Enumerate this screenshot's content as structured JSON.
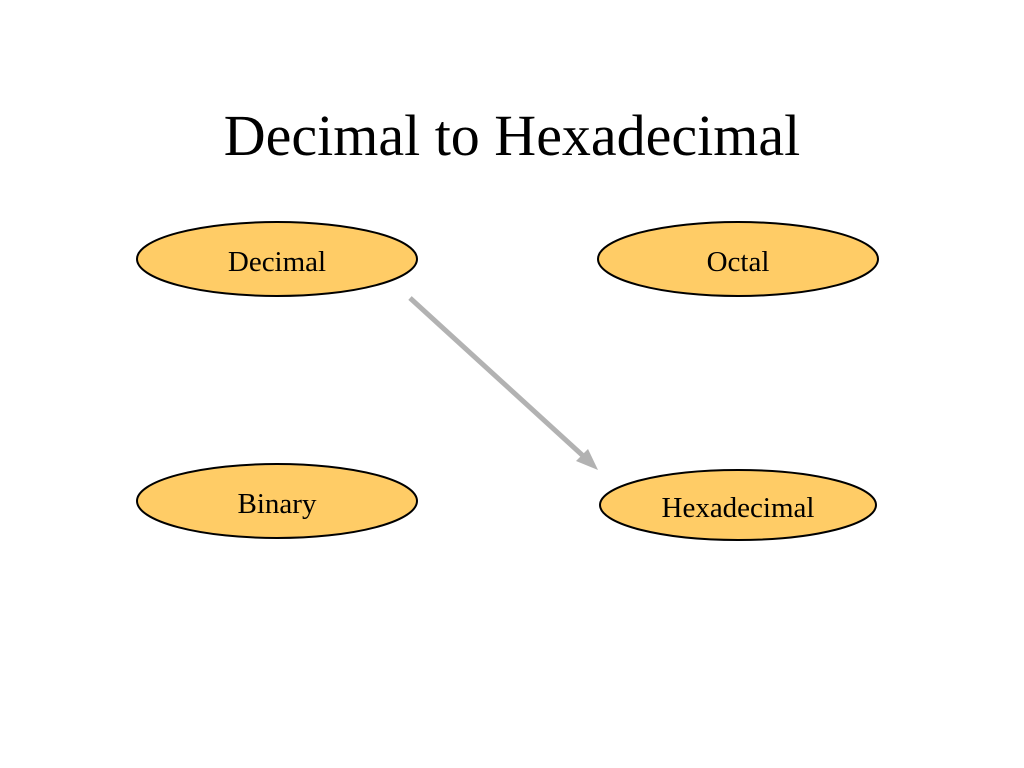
{
  "slide": {
    "title": "Decimal to Hexadecimal"
  },
  "diagram": {
    "node_fill": "#FFCC66",
    "node_stroke": "#000000",
    "arrow_color": "#B2B2B2",
    "nodes": [
      {
        "id": "decimal",
        "label": "Decimal"
      },
      {
        "id": "octal",
        "label": "Octal"
      },
      {
        "id": "binary",
        "label": "Binary"
      },
      {
        "id": "hexadecimal",
        "label": "Hexadecimal"
      }
    ],
    "edges": [
      {
        "from": "decimal",
        "to": "hexadecimal"
      }
    ]
  }
}
